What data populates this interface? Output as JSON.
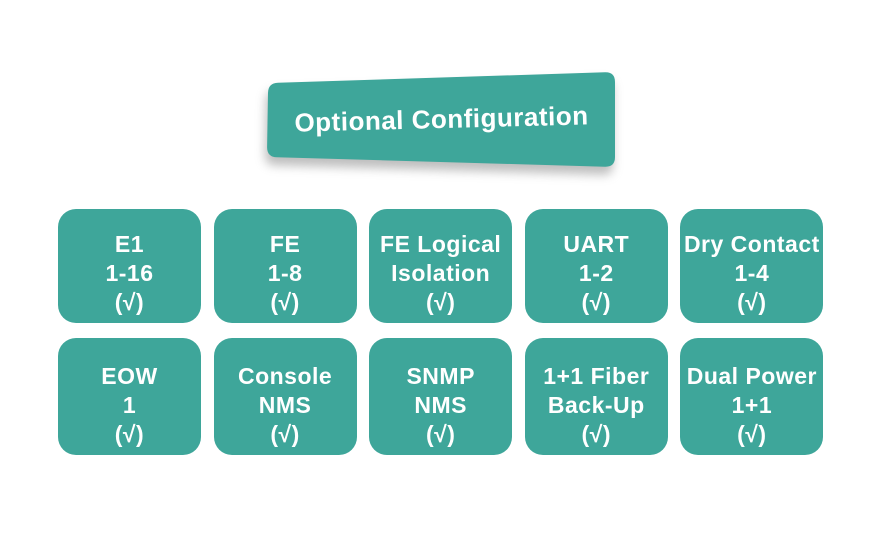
{
  "colors": {
    "teal": "#3EA69A",
    "text": "#FFFFFF",
    "background": "#FFFFFF"
  },
  "banner": {
    "title": "Optional Configuration"
  },
  "cards": {
    "row1": [
      {
        "lines": [
          "E1",
          "1-16",
          "(√)"
        ]
      },
      {
        "lines": [
          "FE",
          "1-8",
          "(√)"
        ]
      },
      {
        "lines": [
          "FE Logical",
          "Isolation",
          "(√)"
        ]
      },
      {
        "lines": [
          "UART",
          "1-2",
          "(√)"
        ]
      },
      {
        "lines": [
          "Dry Contact",
          "1-4",
          "(√)"
        ]
      }
    ],
    "row2": [
      {
        "lines": [
          "EOW",
          "1",
          "(√)"
        ]
      },
      {
        "lines": [
          "Console",
          "NMS",
          "(√)"
        ]
      },
      {
        "lines": [
          "SNMP",
          "NMS",
          "(√)"
        ]
      },
      {
        "lines": [
          "1+1 Fiber",
          "Back-Up",
          "(√)"
        ]
      },
      {
        "lines": [
          "Dual Power",
          "1+1",
          "(√)"
        ]
      }
    ]
  }
}
